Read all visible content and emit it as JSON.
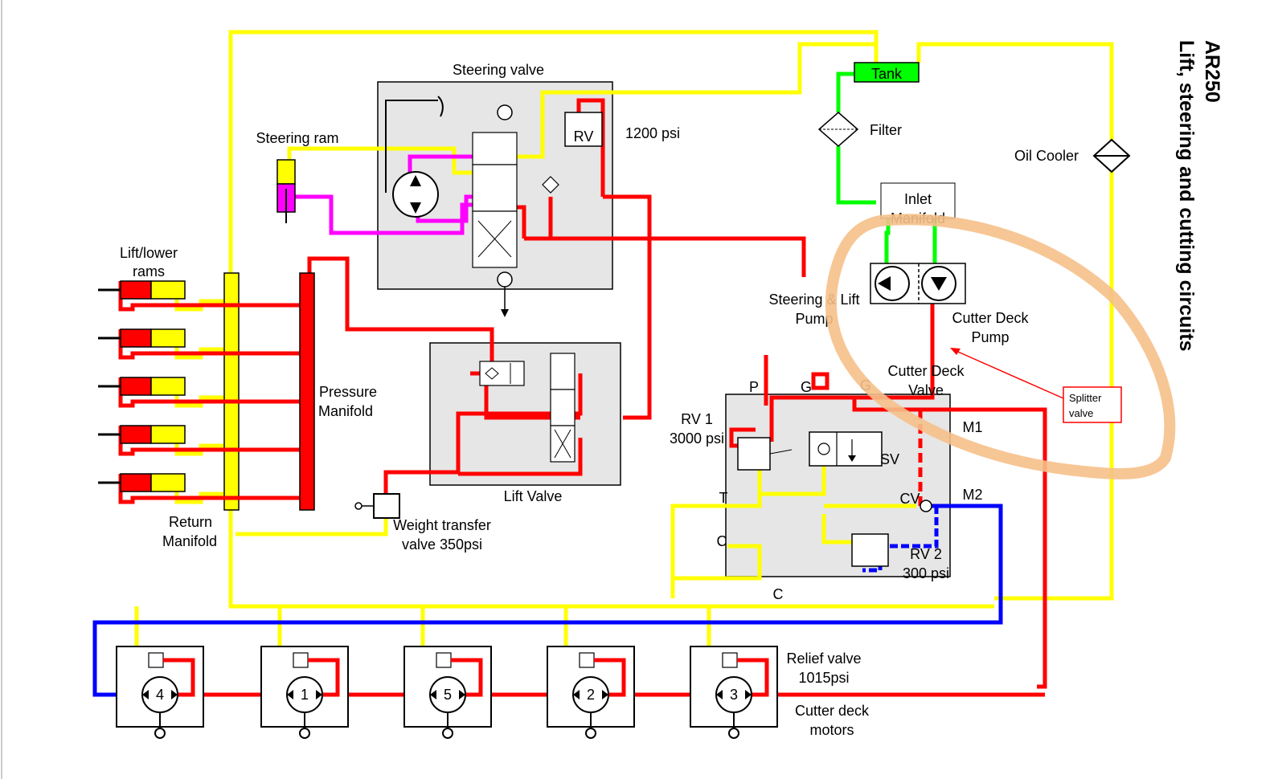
{
  "title": {
    "model": "AR250",
    "subtitle": "Lift, steering and cutting circuits"
  },
  "labels": {
    "steering_valve": "Steering valve",
    "steering_ram": "Steering ram",
    "rv": "RV",
    "rv_pressure": "1200 psi",
    "tank": "Tank",
    "filter": "Filter",
    "oil_cooler": "Oil Cooler",
    "inlet_manifold_1": "Inlet",
    "inlet_manifold_2": "Manifold",
    "lift_rams_1": "Lift/lower",
    "lift_rams_2": "rams",
    "pressure_manifold_1": "Pressure",
    "pressure_manifold_2": "Manifold",
    "return_manifold_1": "Return",
    "return_manifold_2": "Manifold",
    "steering_pump_1": "Steering & Lift",
    "steering_pump_2": "Pump",
    "cutter_pump_1": "Cutter Deck",
    "cutter_pump_2": "Pump",
    "cutter_valve_1": "Cutter Deck",
    "cutter_valve_2": "Valve",
    "splitter_1": "Splitter",
    "splitter_2": "valve",
    "lift_valve": "Lift Valve",
    "weight_transfer_1": "Weight transfer",
    "weight_transfer_2": "valve 350psi",
    "rv1_1": "RV 1",
    "rv1_2": "3000 psi",
    "rv2_1": "RV 2",
    "rv2_2": "300 psi",
    "port_p": "P",
    "port_g1": "G",
    "port_g2": "G",
    "port_m1": "M1",
    "port_m2": "M2",
    "port_t": "T",
    "port_c1": "C",
    "port_c2": "C",
    "cv": "CV",
    "sv": "SV",
    "relief_valve_1": "Relief valve",
    "relief_valve_2": "1015psi",
    "cutter_motors_1": "Cutter deck",
    "cutter_motors_2": "motors"
  },
  "motors": [
    "4",
    "1",
    "5",
    "2",
    "3"
  ],
  "colors": {
    "return_line": "#ffff00",
    "pressure_line": "#ff0000",
    "suction_line": "#00ff00",
    "motor_return_line": "#0000ff",
    "steering_line": "#ff00ff",
    "highlight": "#f6c08a"
  }
}
